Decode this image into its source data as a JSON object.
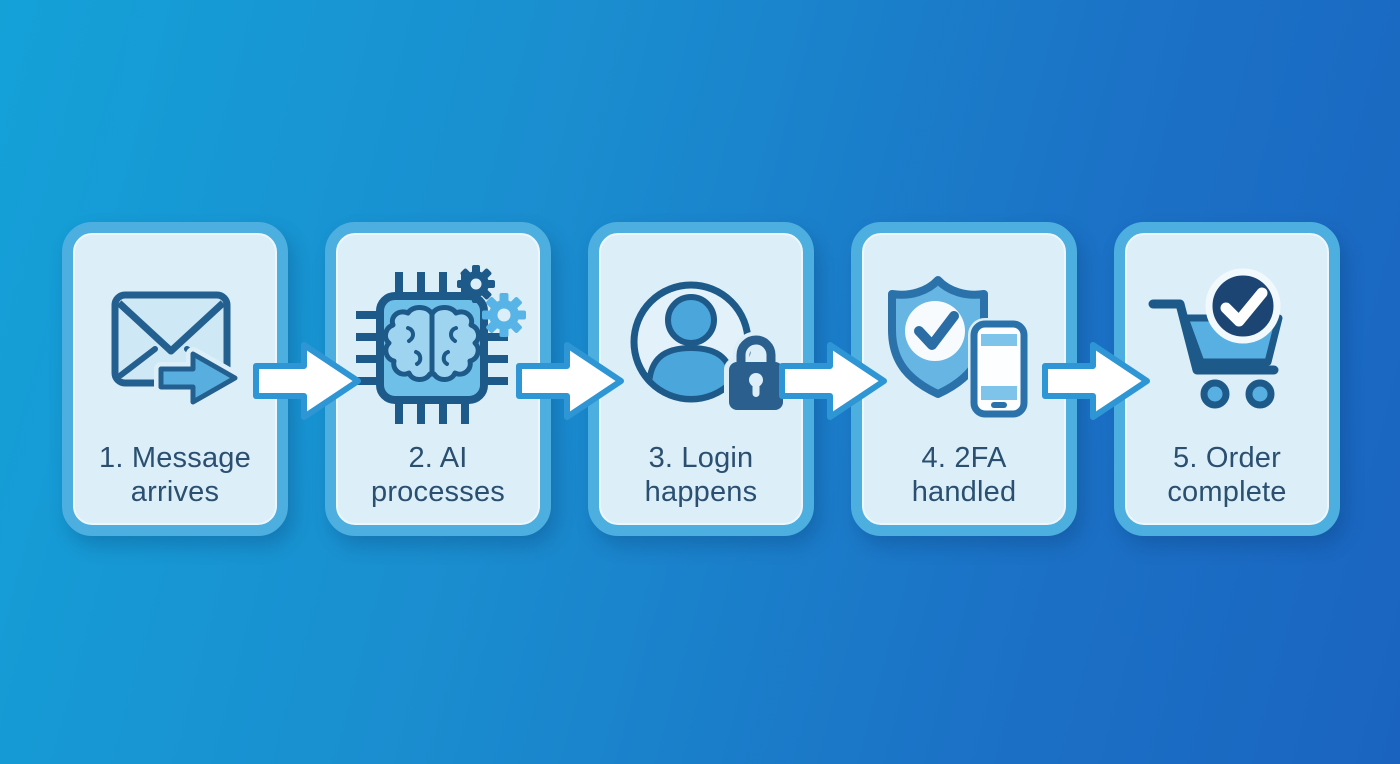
{
  "diagram": {
    "type": "process-flow",
    "steps": [
      {
        "label": "1. Message\narrives",
        "icon": "envelope-send-icon"
      },
      {
        "label": "2. AI\nprocesses",
        "icon": "ai-chip-icon"
      },
      {
        "label": "3. Login\nhappens",
        "icon": "user-lock-icon"
      },
      {
        "label": "4. 2FA\nhandled",
        "icon": "shield-phone-icon"
      },
      {
        "label": "5. Order\ncomplete",
        "icon": "cart-check-icon"
      }
    ],
    "arrow_count": 4,
    "colors": {
      "background_start": "#14a1d8",
      "background_end": "#1a64c0",
      "card_fill": "#dceff8",
      "card_border": "#4daee0",
      "icon_outline_dark": "#235f8e",
      "icon_fill_medium": "#55abdd",
      "icon_fill_light": "#6fc0e8",
      "shield_outline": "#2b72ab",
      "badge_navy": "#1c4573",
      "label_text": "#2a4f70",
      "arrow_fill": "#ffffff",
      "arrow_outline": "#2e96d4"
    }
  }
}
